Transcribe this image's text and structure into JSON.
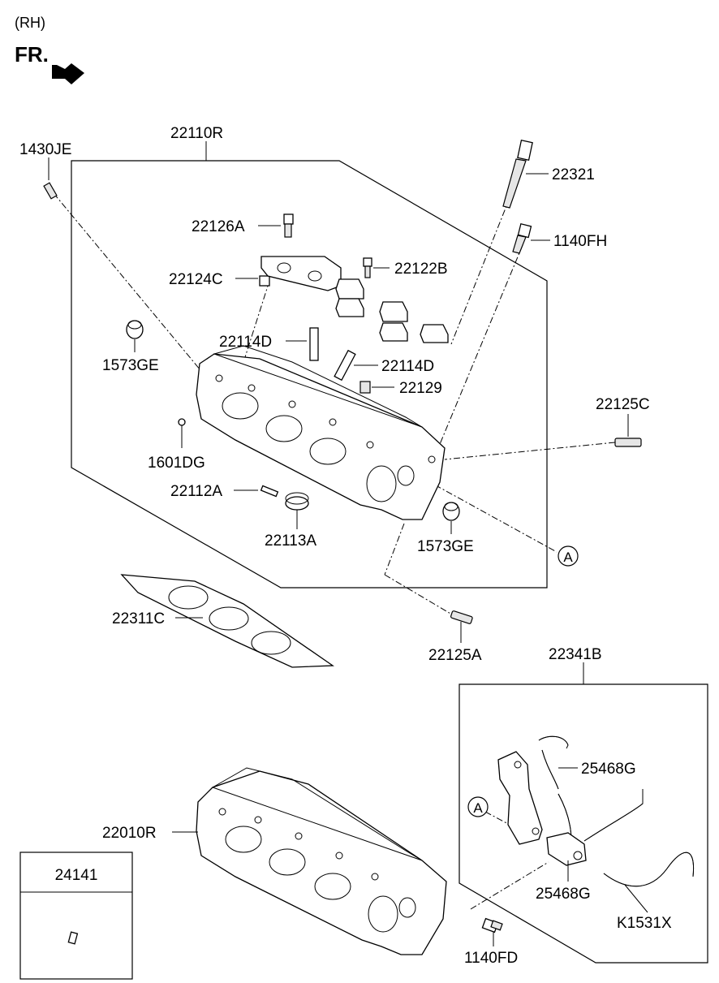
{
  "header": {
    "side": "(RH)",
    "direction": "FR."
  },
  "callouts": {
    "a_main": "A",
    "a_sub": "A"
  },
  "labels": {
    "p1430JE": "1430JE",
    "p22110R": "22110R",
    "p22321": "22321",
    "p1140FH": "1140FH",
    "p22126A": "22126A",
    "p22122B": "22122B",
    "p22124C": "22124C",
    "p1573GE_top": "1573GE",
    "p22114D_left": "22114D",
    "p22114D_right": "22114D",
    "p22129": "22129",
    "p22125C": "22125C",
    "p1601DG": "1601DG",
    "p22112A": "22112A",
    "p22113A": "22113A",
    "p1573GE_bottom": "1573GE",
    "p22311C": "22311C",
    "p22125A": "22125A",
    "p22341B": "22341B",
    "p25468G_top": "25468G",
    "p25468G_bottom": "25468G",
    "p22010R": "22010R",
    "pK1531X": "K1531X",
    "p1140FD": "1140FD"
  },
  "legend_box": {
    "part_no": "24141"
  }
}
